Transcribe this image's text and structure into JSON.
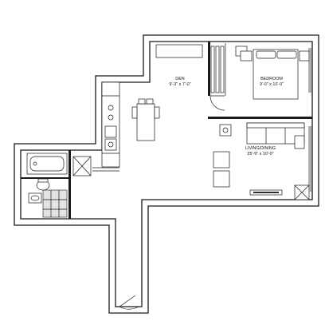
{
  "rooms": {
    "den": {
      "name": "DEN",
      "size": "9'-3\" x 7'-0\""
    },
    "bedroom": {
      "name": "BEDROOM",
      "size": "9'-0\" x 10'-0\""
    },
    "living": {
      "name": "LIVING/DINING",
      "size": "25'-9\" x 10'-0\""
    }
  }
}
